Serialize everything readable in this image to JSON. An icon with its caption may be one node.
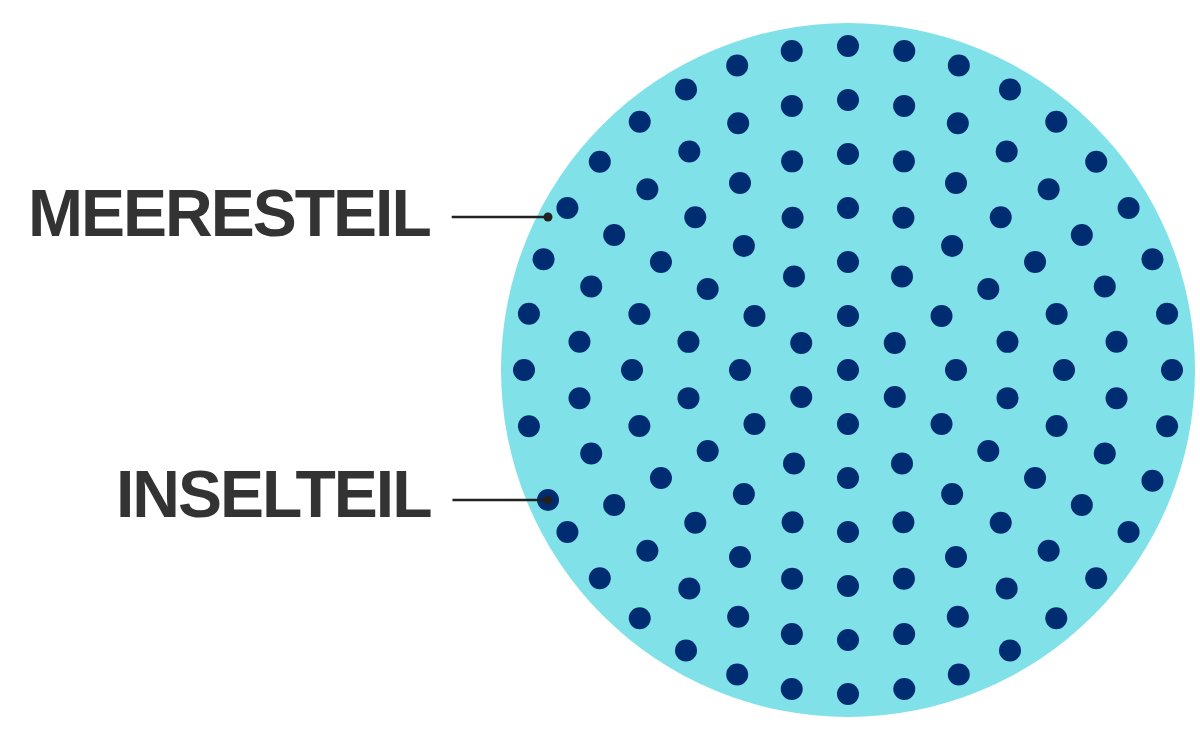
{
  "diagram": {
    "nodes": [
      {
        "text": [
          "MEERESTEIL"
        ]
      },
      {
        "text": [
          "INSELTEIL"
        ]
      },
      {
        "text": [],
        "shape": "circle"
      },
      {
        "text": [],
        "shape": "circle",
        "in": 2
      }
    ],
    "edges": [
      {
        "from": 0,
        "to": 2,
        "arrow": "other"
      },
      {
        "from": 1,
        "to": 3,
        "arrow": "other"
      }
    ]
  }
}
